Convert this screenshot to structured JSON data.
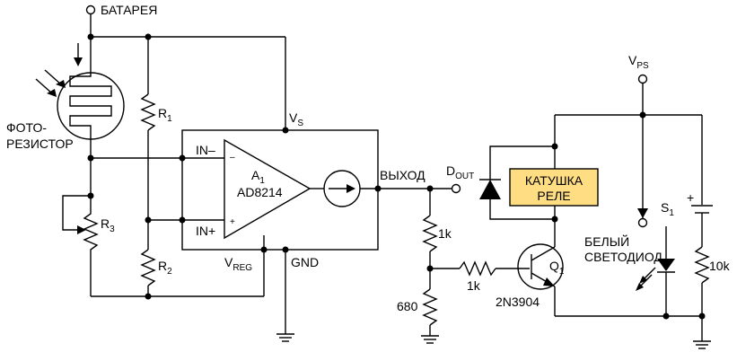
{
  "labels": {
    "battery": "БАТАРЕЯ",
    "photo_line1": "ФОТО-",
    "photo_line2": "РЕЗИСТОР",
    "r1": "R",
    "r1_sub": "1",
    "r2": "R",
    "r2_sub": "2",
    "r3": "R",
    "r3_sub": "3",
    "vs": "V",
    "vs_sub": "S",
    "in_minus": "IN–",
    "in_plus": "IN+",
    "a1": "A",
    "a1_sub": "1",
    "amp_part": "AD8214",
    "vreg": "V",
    "vreg_sub": "REG",
    "gnd": "GND",
    "output": "ВЫХОД",
    "dout": "D",
    "dout_sub": "OUT",
    "relay_line1": "КАТУШКА",
    "relay_line2": "РЕЛЕ",
    "vps": "V",
    "vps_sub": "PS",
    "s1": "S",
    "s1_sub": "1",
    "r_1k_a": "1k",
    "r_1k_b": "1k",
    "r_680": "680",
    "q1": "Q",
    "q1_sub": "1",
    "q_part": "2N3904",
    "led_line1": "БЕЛЫЙ",
    "led_line2": "СВЕТОДИОД",
    "r_10k": "10k",
    "minus_sign": "–",
    "plus_sign": "+",
    "cap_plus": "+"
  }
}
